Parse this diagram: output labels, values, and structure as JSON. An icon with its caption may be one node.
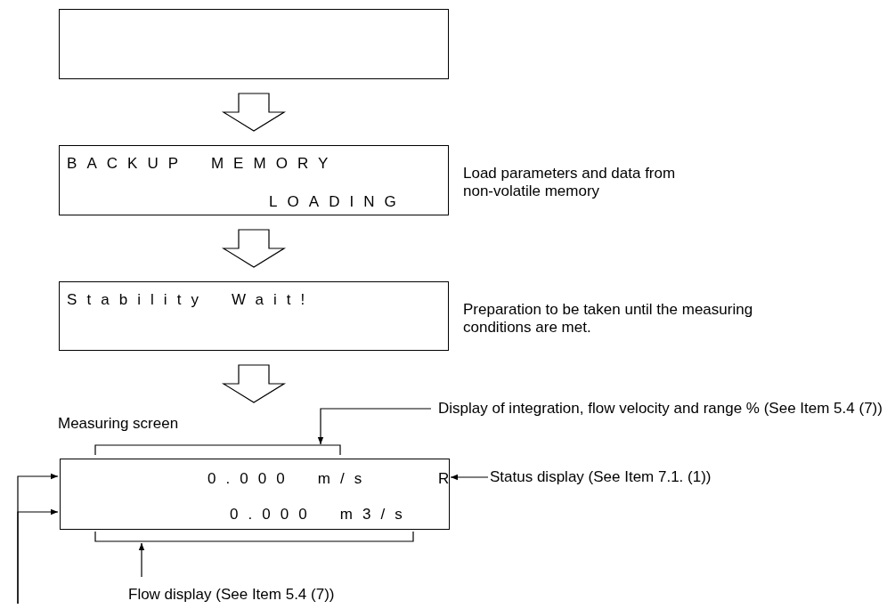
{
  "diagram": {
    "nodes": [
      {
        "text": [],
        "shape": "box"
      },
      {
        "text": [
          "BACKUP MEMORY",
          "LOADING"
        ],
        "beside": [
          "Load parameters and data from non-volatile memory"
        ]
      },
      {
        "text": [
          "Stability Wait!"
        ],
        "beside": [
          "Preparation to be taken until the measuring conditions are met."
        ]
      },
      {
        "text": [
          "0.000 m/s",
          "R",
          "0.000 m3/s"
        ],
        "beside": [
          "Measuring screen"
        ]
      },
      {
        "text": [
          "Display of integration, flow velocity and range % (See Item 5.4 (7))"
        ]
      },
      {
        "text": [
          "Status display (See Item 7.1. (1))"
        ]
      },
      {
        "text": [
          "Flow display (See Item 5.4 (7))"
        ]
      }
    ],
    "edges": [
      {
        "from": 0,
        "to": 1,
        "arrow": "to",
        "style": "thick"
      },
      {
        "from": 1,
        "to": 2,
        "arrow": "to",
        "style": "thick"
      },
      {
        "from": 2,
        "to": 3,
        "arrow": "to",
        "style": "thick"
      },
      {
        "from": 4,
        "to": 3,
        "arrow": "to"
      },
      {
        "from": 5,
        "to": 3,
        "arrow": "to"
      },
      {
        "from": 6,
        "to": 3,
        "arrow": "to"
      },
      {
        "from": null,
        "to": 3,
        "arrow": "to"
      },
      {
        "from": null,
        "to": 3,
        "arrow": "to"
      }
    ]
  }
}
